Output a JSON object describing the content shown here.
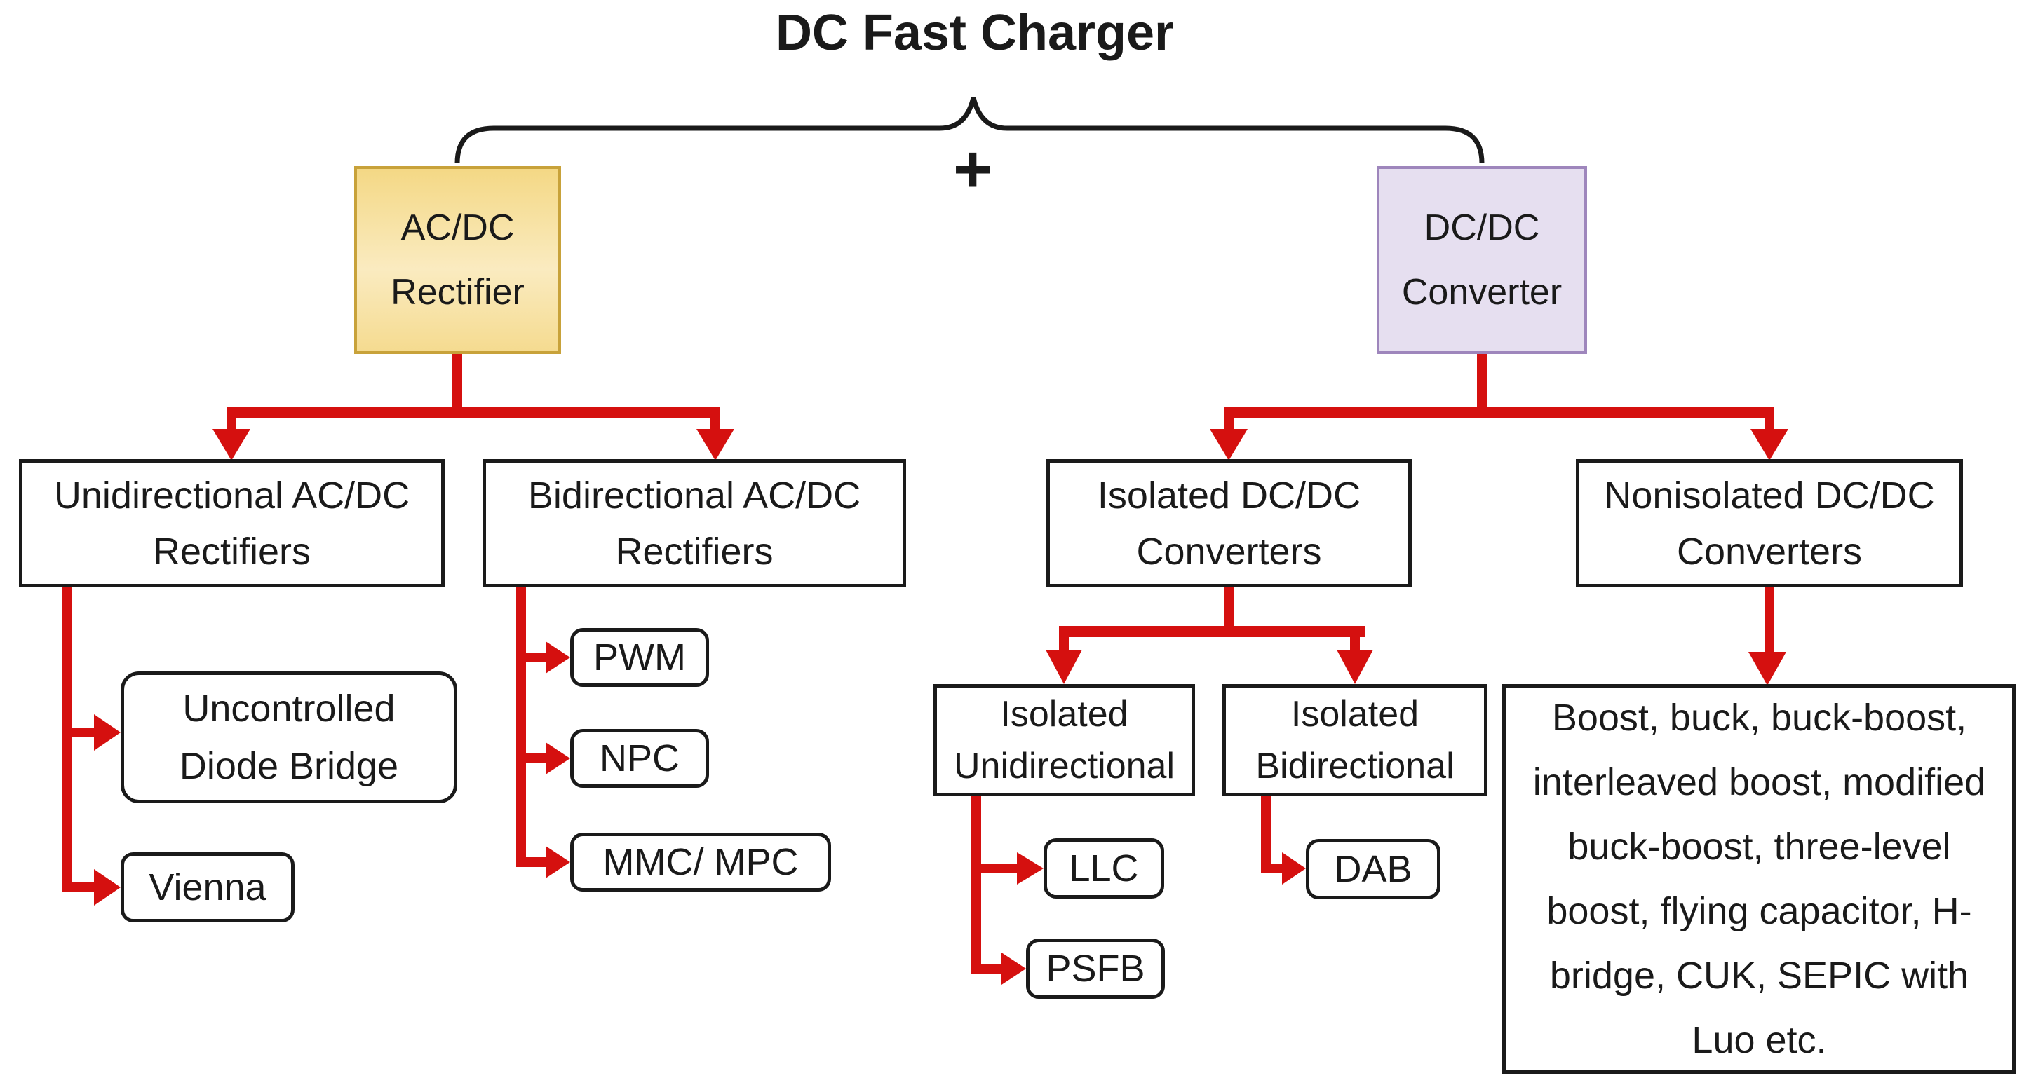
{
  "colors": {
    "connector_red": "#D5100F",
    "ink": "#1A1A1A",
    "acdc_fill_top": "#F4D885",
    "acdc_fill_mid": "#FAEBC0",
    "acdc_fill_bottom": "#F5DB90",
    "acdc_border": "#C8A23A",
    "dcdc_fill": "#E6DFF0",
    "dcdc_border": "#9E86BC"
  },
  "title": {
    "text": "DC Fast Charger"
  },
  "operator": {
    "plus": "+"
  },
  "tree": {
    "acdc": {
      "line1": "AC/DC",
      "line2": "Rectifier"
    },
    "dcdc": {
      "line1": "DC/DC",
      "line2": "Converter"
    },
    "unidirectional": {
      "line1": "Unidirectional AC/DC",
      "line2": "Rectifiers"
    },
    "bidirectional": {
      "line1": "Bidirectional AC/DC",
      "line2": "Rectifiers"
    },
    "isolated": {
      "line1": "Isolated DC/DC",
      "line2": "Converters"
    },
    "nonisolated": {
      "line1": "Nonisolated DC/DC",
      "line2": "Converters"
    },
    "uncontrolled": {
      "line1": "Uncontrolled",
      "line2": "Diode Bridge"
    },
    "vienna": {
      "label": "Vienna"
    },
    "pwm": {
      "label": "PWM"
    },
    "npc": {
      "label": "NPC"
    },
    "mmc_mpc": {
      "label": "MMC/ MPC"
    },
    "isolated_unidirectional": {
      "line1": "Isolated",
      "line2": "Unidirectional"
    },
    "isolated_bidirectional": {
      "line1": "Isolated",
      "line2": "Bidirectional"
    },
    "llc": {
      "label": "LLC"
    },
    "psfb": {
      "label": "PSFB"
    },
    "dab": {
      "label": "DAB"
    },
    "nonisolated_list": {
      "lines": [
        "Boost, buck, buck-boost,",
        "interleaved boost, modified",
        "buck-boost, three-level",
        "boost, flying capacitor, H-",
        "bridge, CUK, SEPIC with",
        "Luo etc."
      ]
    }
  }
}
